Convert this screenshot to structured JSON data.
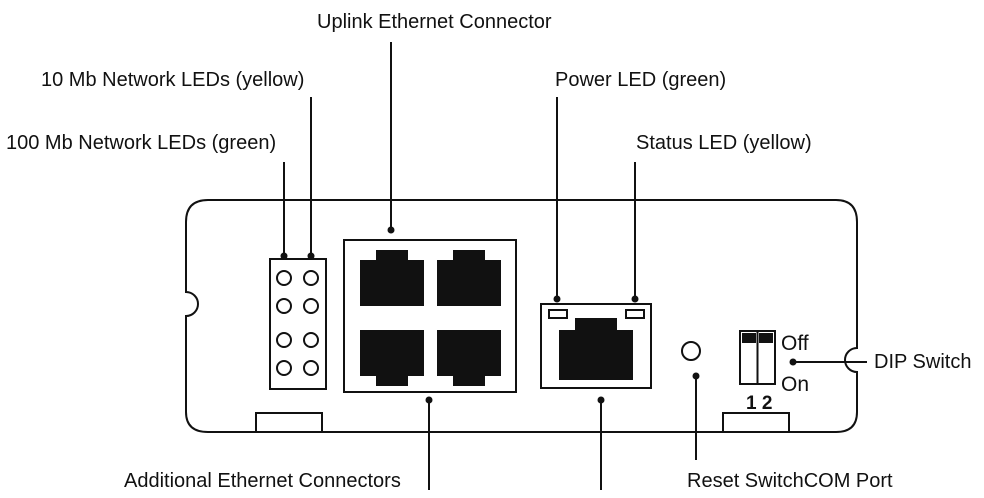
{
  "labels": {
    "uplink": "Uplink Ethernet Connector",
    "led_10mb": "10 Mb Network LEDs (yellow)",
    "led_100mb": "100 Mb Network LEDs (green)",
    "power_led": "Power LED (green)",
    "status_led": "Status LED (yellow)",
    "dip_switch": "DIP Switch",
    "additional": "Additional Ethernet Connectors",
    "reset": "Reset SwitchCOM Port"
  },
  "dip": {
    "off": "Off",
    "on": "On",
    "numbers": "1 2"
  },
  "colors": {
    "line": "#111111",
    "background": "#ffffff",
    "connector_fill": "#111111"
  }
}
